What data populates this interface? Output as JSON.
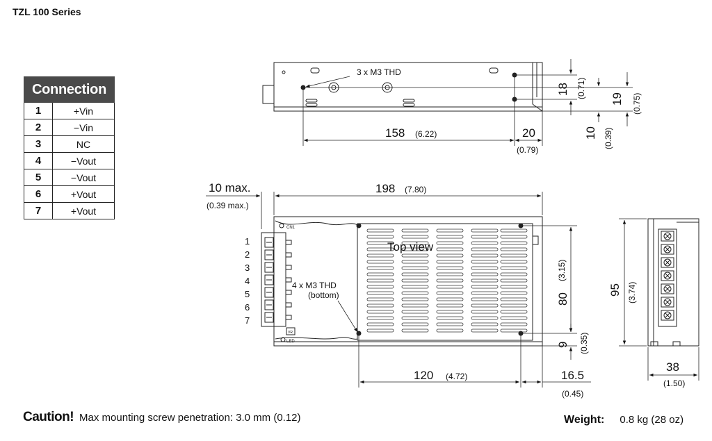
{
  "title": "TZL 100 Series",
  "connection": {
    "header": "Connection",
    "rows": [
      {
        "pin": "1",
        "signal": "+Vin"
      },
      {
        "pin": "2",
        "signal": "−Vin"
      },
      {
        "pin": "3",
        "signal": "NC"
      },
      {
        "pin": "4",
        "signal": "−Vout"
      },
      {
        "pin": "5",
        "signal": "−Vout"
      },
      {
        "pin": "6",
        "signal": "+Vout"
      },
      {
        "pin": "7",
        "signal": "+Vout"
      }
    ]
  },
  "side_view": {
    "callout": "3 x M3 THD",
    "dims": {
      "d158": "158",
      "d158_in": "(6.22)",
      "d20": "20",
      "d20_in": "(0.79)",
      "d18": "18",
      "d18_in": "(0.71)",
      "d19": "19",
      "d19_in": "(0.75)",
      "d10": "10",
      "d10_in": "(0.39)"
    }
  },
  "top_view": {
    "label": "Top view",
    "callout_line1": "4 x M3 THD",
    "callout_line2": "(bottom)",
    "cn1": "CN1",
    "led": "LED",
    "vr": "VR",
    "terminal_numbers": [
      "1",
      "2",
      "3",
      "4",
      "5",
      "6",
      "7"
    ],
    "dims": {
      "d10max": "10 max.",
      "d10max_in": "(0.39 max.)",
      "d198": "198",
      "d198_in": "(7.80)",
      "d80": "80",
      "d80_in": "(3.15)",
      "d9": "9",
      "d9_in": "(0.35)",
      "d120": "120",
      "d120_in": "(4.72)",
      "d16_5": "16.5",
      "d16_5_in": "(0.45)"
    }
  },
  "end_view": {
    "dims": {
      "d95": "95",
      "d95_in": "(3.74)",
      "d38": "38",
      "d38_in": "(1.50)"
    }
  },
  "caution": {
    "title": "Caution!",
    "text": "Max mounting screw penetration: 3.0 mm (0.12)"
  },
  "weight": {
    "label": "Weight:",
    "value": "0.8 kg  (28 oz)"
  }
}
